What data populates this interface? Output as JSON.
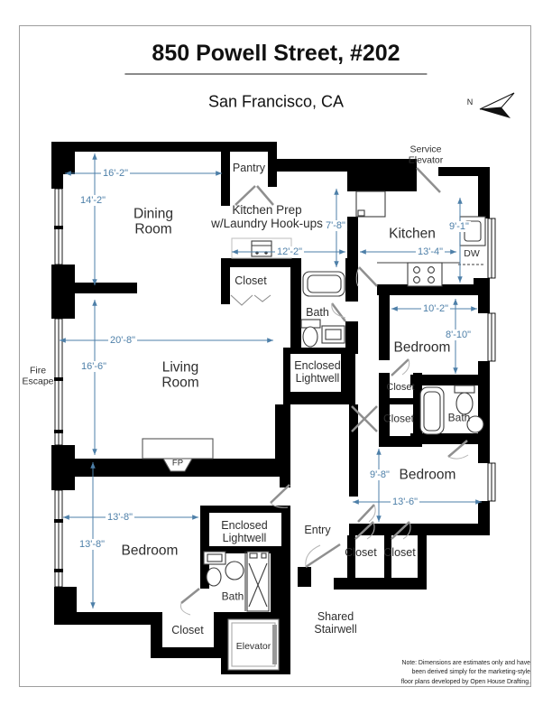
{
  "page": {
    "title": "850 Powell Street, #202",
    "subtitle": "San Francisco, CA",
    "compass_label": "N",
    "note": {
      "line1": "Note: Dimensions are estimates only and have",
      "line2": "been derived simply for the marketing-style",
      "line3": "floor plans developed by Open House Drafting."
    }
  },
  "colors": {
    "wall": "#000000",
    "dimension": "#4d7fa8",
    "label": "#2e2e2e",
    "border": "#9e9e9e"
  },
  "rooms": {
    "dining": {
      "line1": "Dining",
      "line2": "Room"
    },
    "pantry": {
      "label": "Pantry"
    },
    "kitchen_prep": {
      "line1": "Kitchen Prep",
      "line2": "w/Laundry Hook-ups"
    },
    "service_elevator": {
      "line1": "Service",
      "line2": "Elevator"
    },
    "kitchen": {
      "label": "Kitchen"
    },
    "closet_prep": {
      "label": "Closet"
    },
    "bath_upper": {
      "label": "Bath"
    },
    "lightwell_upper": {
      "line1": "Enclosed",
      "line2": "Lightwell"
    },
    "bedroom_mid": {
      "label": "Bedroom"
    },
    "closet_mid_upper": {
      "label": "Closet"
    },
    "closet_mid_lower": {
      "label": "Closet"
    },
    "bath_mid": {
      "label": "Bath"
    },
    "fire_escape": {
      "line1": "Fire",
      "line2": "Escape"
    },
    "living": {
      "line1": "Living",
      "line2": "Room"
    },
    "fireplace": {
      "label": "FP"
    },
    "bedroom_left": {
      "label": "Bedroom"
    },
    "lightwell_lower": {
      "line1": "Enclosed",
      "line2": "Lightwell"
    },
    "bath_lower": {
      "label": "Bath"
    },
    "closet_lower": {
      "label": "Closet"
    },
    "elevator": {
      "label": "Elevator"
    },
    "entry": {
      "label": "Entry"
    },
    "closet_entry_left": {
      "label": "Closet"
    },
    "closet_entry_right": {
      "label": "Closet"
    },
    "stairwell": {
      "line1": "Shared",
      "line2": "Stairwell"
    },
    "bedroom_right": {
      "label": "Bedroom"
    },
    "dishwasher": {
      "label": "DW"
    }
  },
  "dimensions": {
    "dining_width": "16'-2\"",
    "dining_height": "14'-2\"",
    "living_width": "20'-8\"",
    "living_height": "16'-6\"",
    "prep_width": "12'-2\"",
    "prep_height": "7'-8\"",
    "kitchen_width": "13'-4\"",
    "kitchen_height": "9'-1\"",
    "bedroom_mid_width": "10'-2\"",
    "bedroom_mid_height": "8'-10\"",
    "bedroom_right_height": "9'-8\"",
    "bedroom_right_width": "13'-6\"",
    "bedroom_left_width": "13'-8\"",
    "bedroom_left_height": "13'-8\""
  }
}
